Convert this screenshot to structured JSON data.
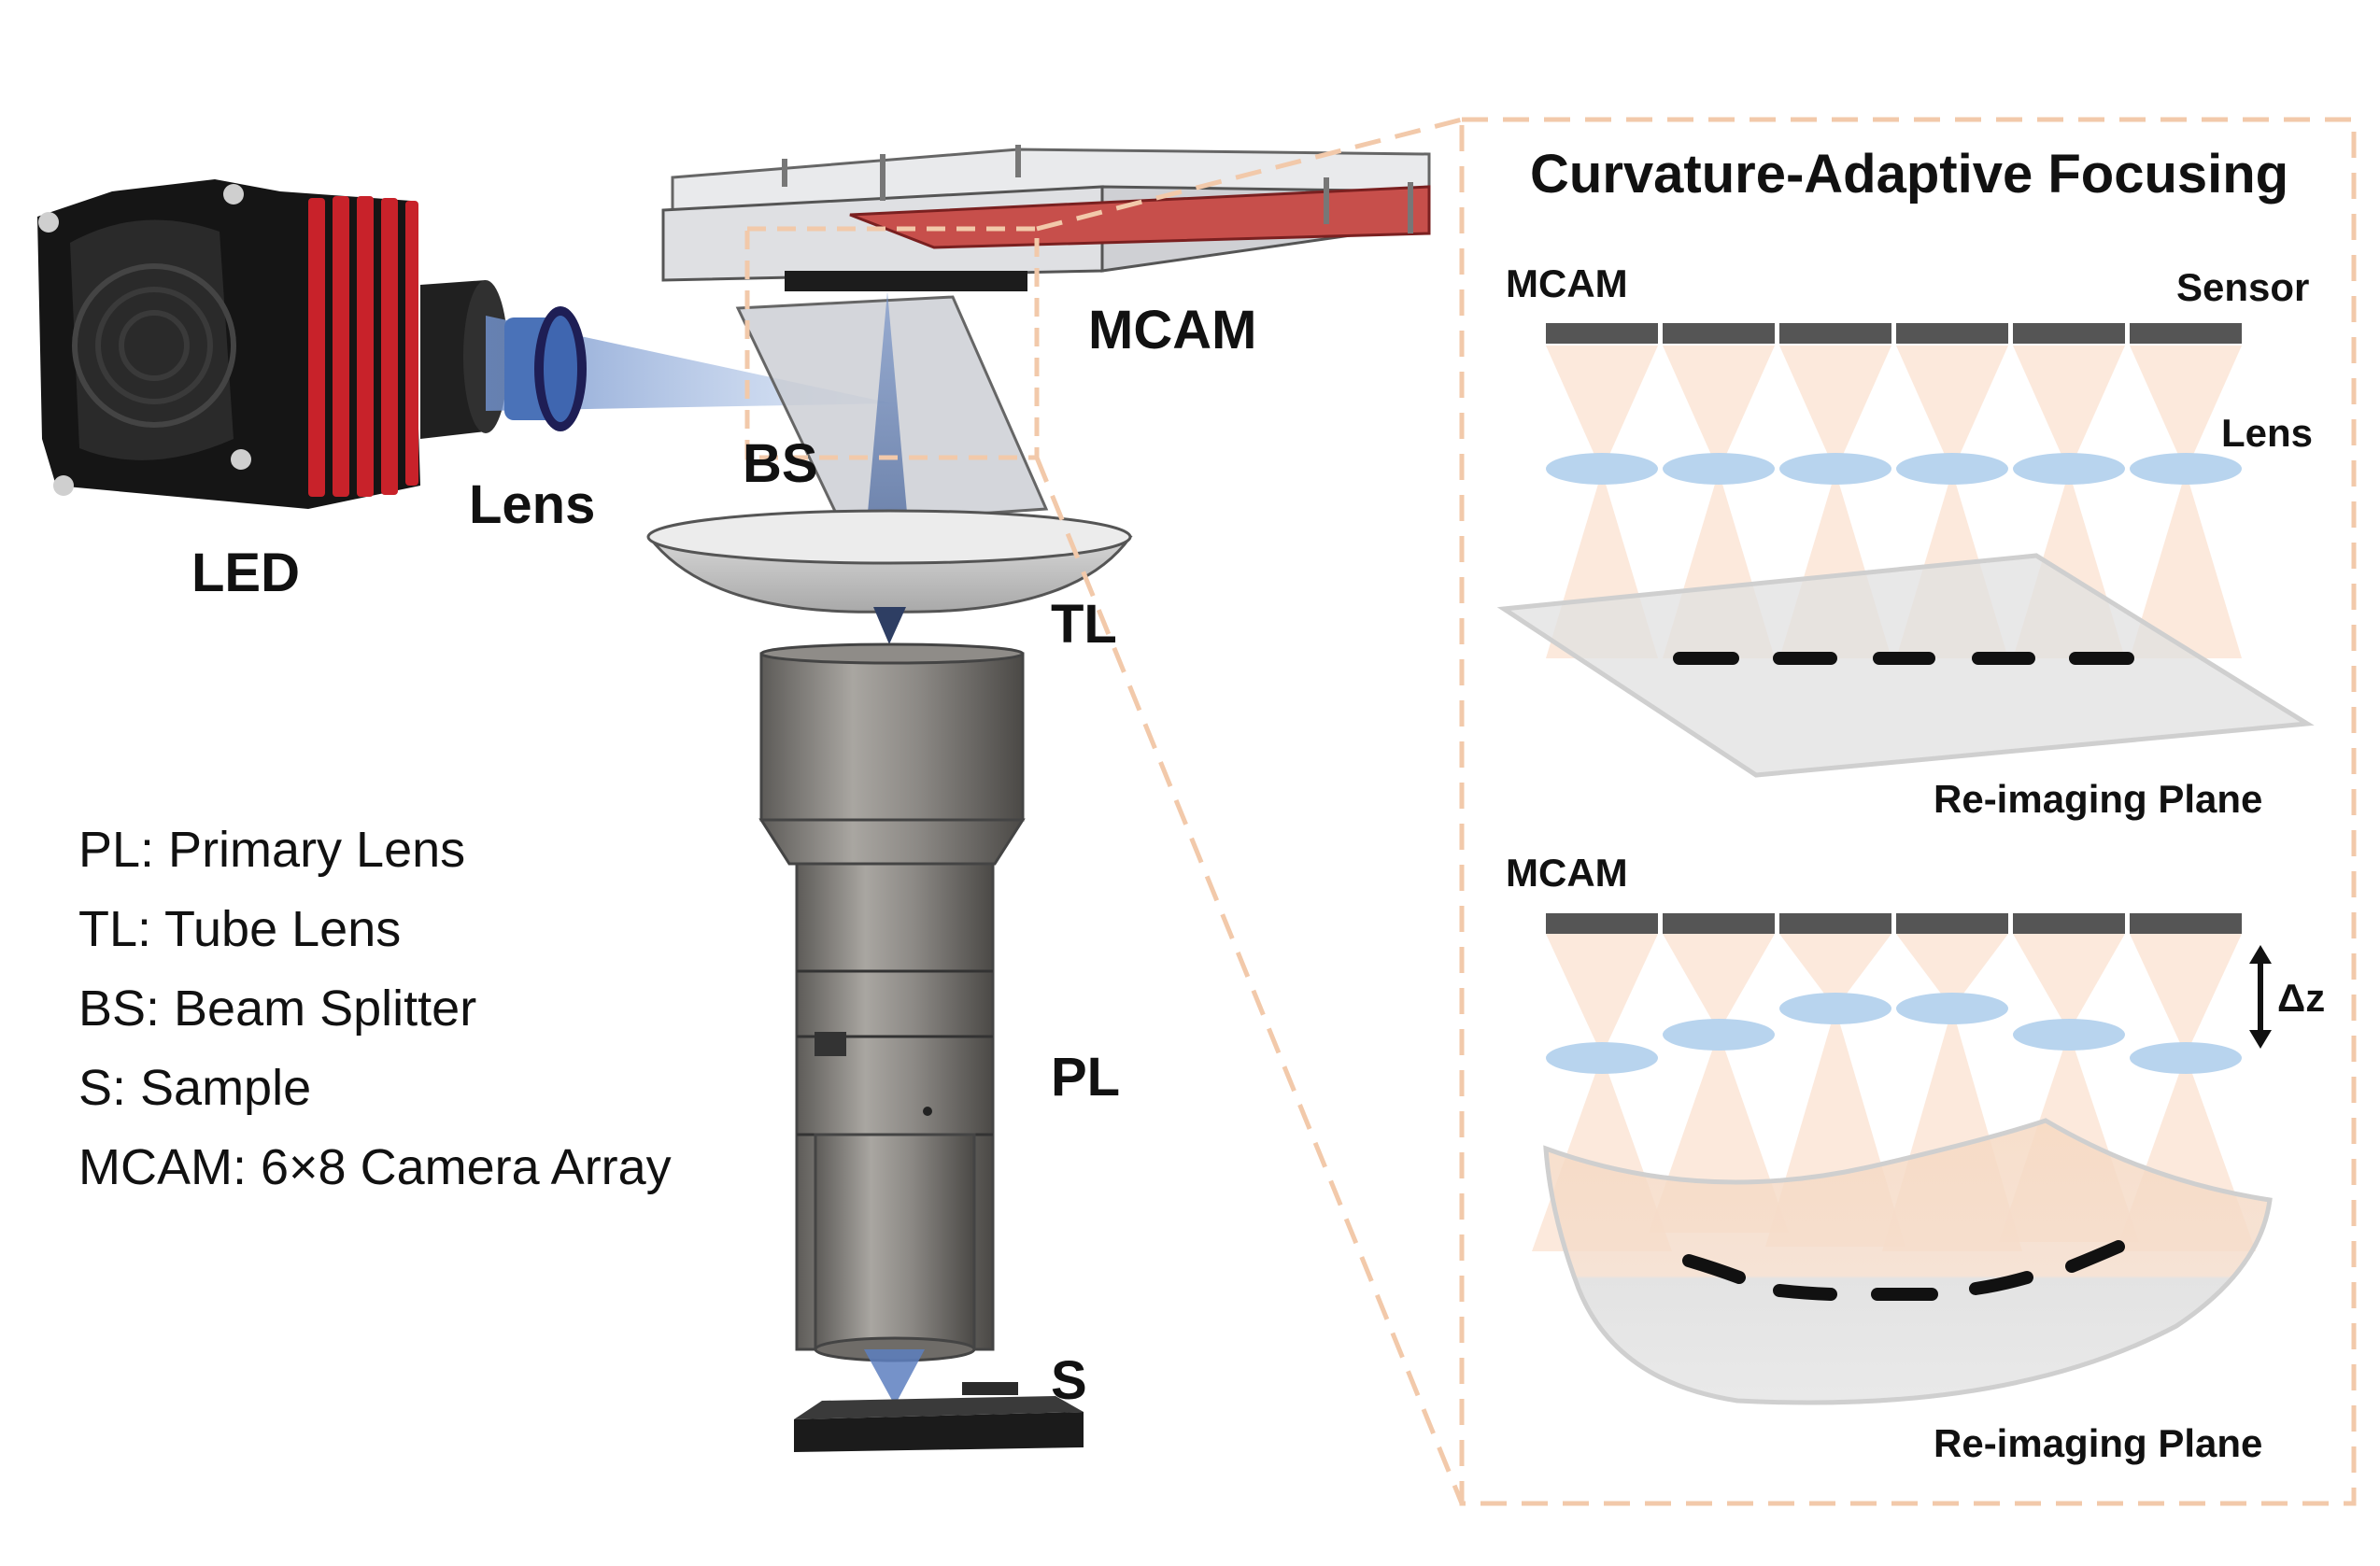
{
  "labels": {
    "led": "LED",
    "lens": "Lens",
    "bs": "BS",
    "mcam": "MCAM",
    "tl": "TL",
    "pl": "PL",
    "s": "S"
  },
  "legend": [
    "PL: Primary Lens",
    "TL: Tube Lens",
    "BS: Beam Splitter",
    "S: Sample",
    "MCAM: 6×8 Camera Array"
  ],
  "inset": {
    "title": "Curvature-Adaptive Focusing",
    "top": {
      "mcam": "MCAM",
      "sensor": "Sensor",
      "lens": "Lens",
      "plane": "Re-imaging Plane"
    },
    "bottom": {
      "mcam": "MCAM",
      "delta": "Δz",
      "plane": "Re-imaging Plane"
    }
  },
  "colors": {
    "frame": "#f2c9aa",
    "led_red": "#c8222a",
    "light_cone": "#fbe2d0",
    "lens_blue": "#b8d4ee",
    "sensor": "#555555",
    "plane": "#d8d8d8"
  }
}
